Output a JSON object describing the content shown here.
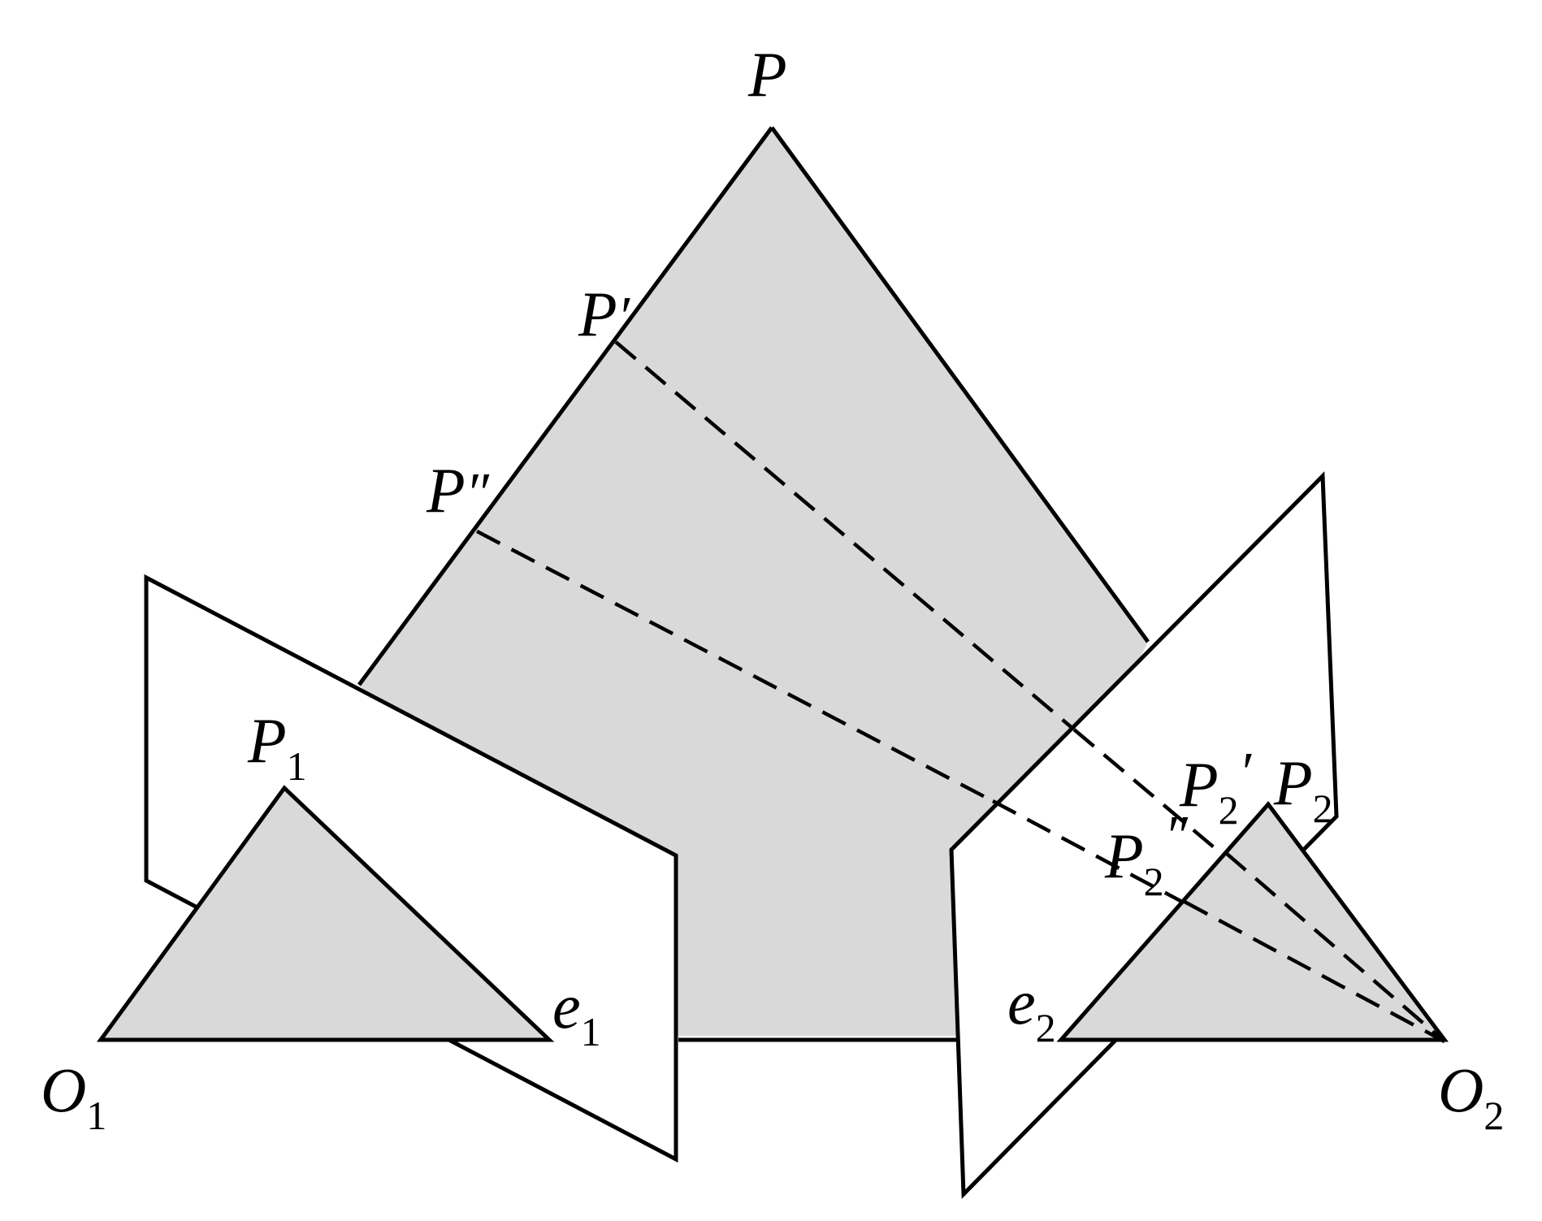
{
  "colors": {
    "plane_fill": "#d9d9d9",
    "image_plane_fill": "#ffffff",
    "stroke": "#000000"
  },
  "labels": {
    "P": {
      "main": "P",
      "sub": "",
      "prime": ""
    },
    "P_prime": {
      "main": "P",
      "sub": "",
      "prime": "′"
    },
    "P_double_prime": {
      "main": "P",
      "sub": "",
      "prime": "″"
    },
    "P1": {
      "main": "P",
      "sub": "1",
      "prime": ""
    },
    "P2": {
      "main": "P",
      "sub": "2",
      "prime": ""
    },
    "P2_prime": {
      "main": "P",
      "sub": "2",
      "prime": "′"
    },
    "P2_double_prime": {
      "main": "P",
      "sub": "2",
      "prime": "″"
    },
    "O1": {
      "main": "O",
      "sub": "1",
      "prime": ""
    },
    "O2": {
      "main": "O",
      "sub": "2",
      "prime": ""
    },
    "e1": {
      "main": "e",
      "sub": "1",
      "prime": ""
    },
    "e2": {
      "main": "e",
      "sub": "2",
      "prime": ""
    }
  }
}
